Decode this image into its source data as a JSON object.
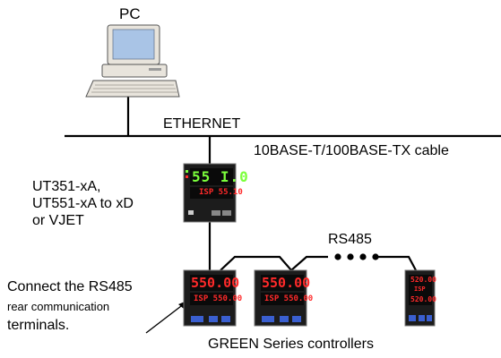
{
  "labels": {
    "pc": "PC",
    "ethernet": "ETHERNET",
    "cable": "10BASE-T/100BASE-TX cable",
    "gateway_line1": "UT351-xA,",
    "gateway_line2": "UT551-xA to xD",
    "gateway_line3": "or VJET",
    "rs485": "RS485",
    "connect_line1": "Connect the RS485",
    "connect_line2": "rear communication",
    "connect_line3": "terminals.",
    "caption": "GREEN Series controllers"
  },
  "displays": {
    "gateway_pv": "55 I.0",
    "gateway_sv": "ISP 55.10",
    "controller1_pv": "550.00",
    "controller1_sv": "ISP 550.00",
    "controller2_pv": "550.00",
    "controller2_sv": "ISP 550.00",
    "controller3_pv": "520.00",
    "controller3_mid": "ISP",
    "controller3_sv": "520.00"
  },
  "colors": {
    "line": "#000000",
    "pv_green": "#7cff3c",
    "display_red": "#ff2a2a",
    "device_body": "#1c1c1c",
    "key_blue": "#3a5fd0",
    "pc_beige": "#e8e4dc",
    "screen_blue": "#a9c4e6"
  }
}
